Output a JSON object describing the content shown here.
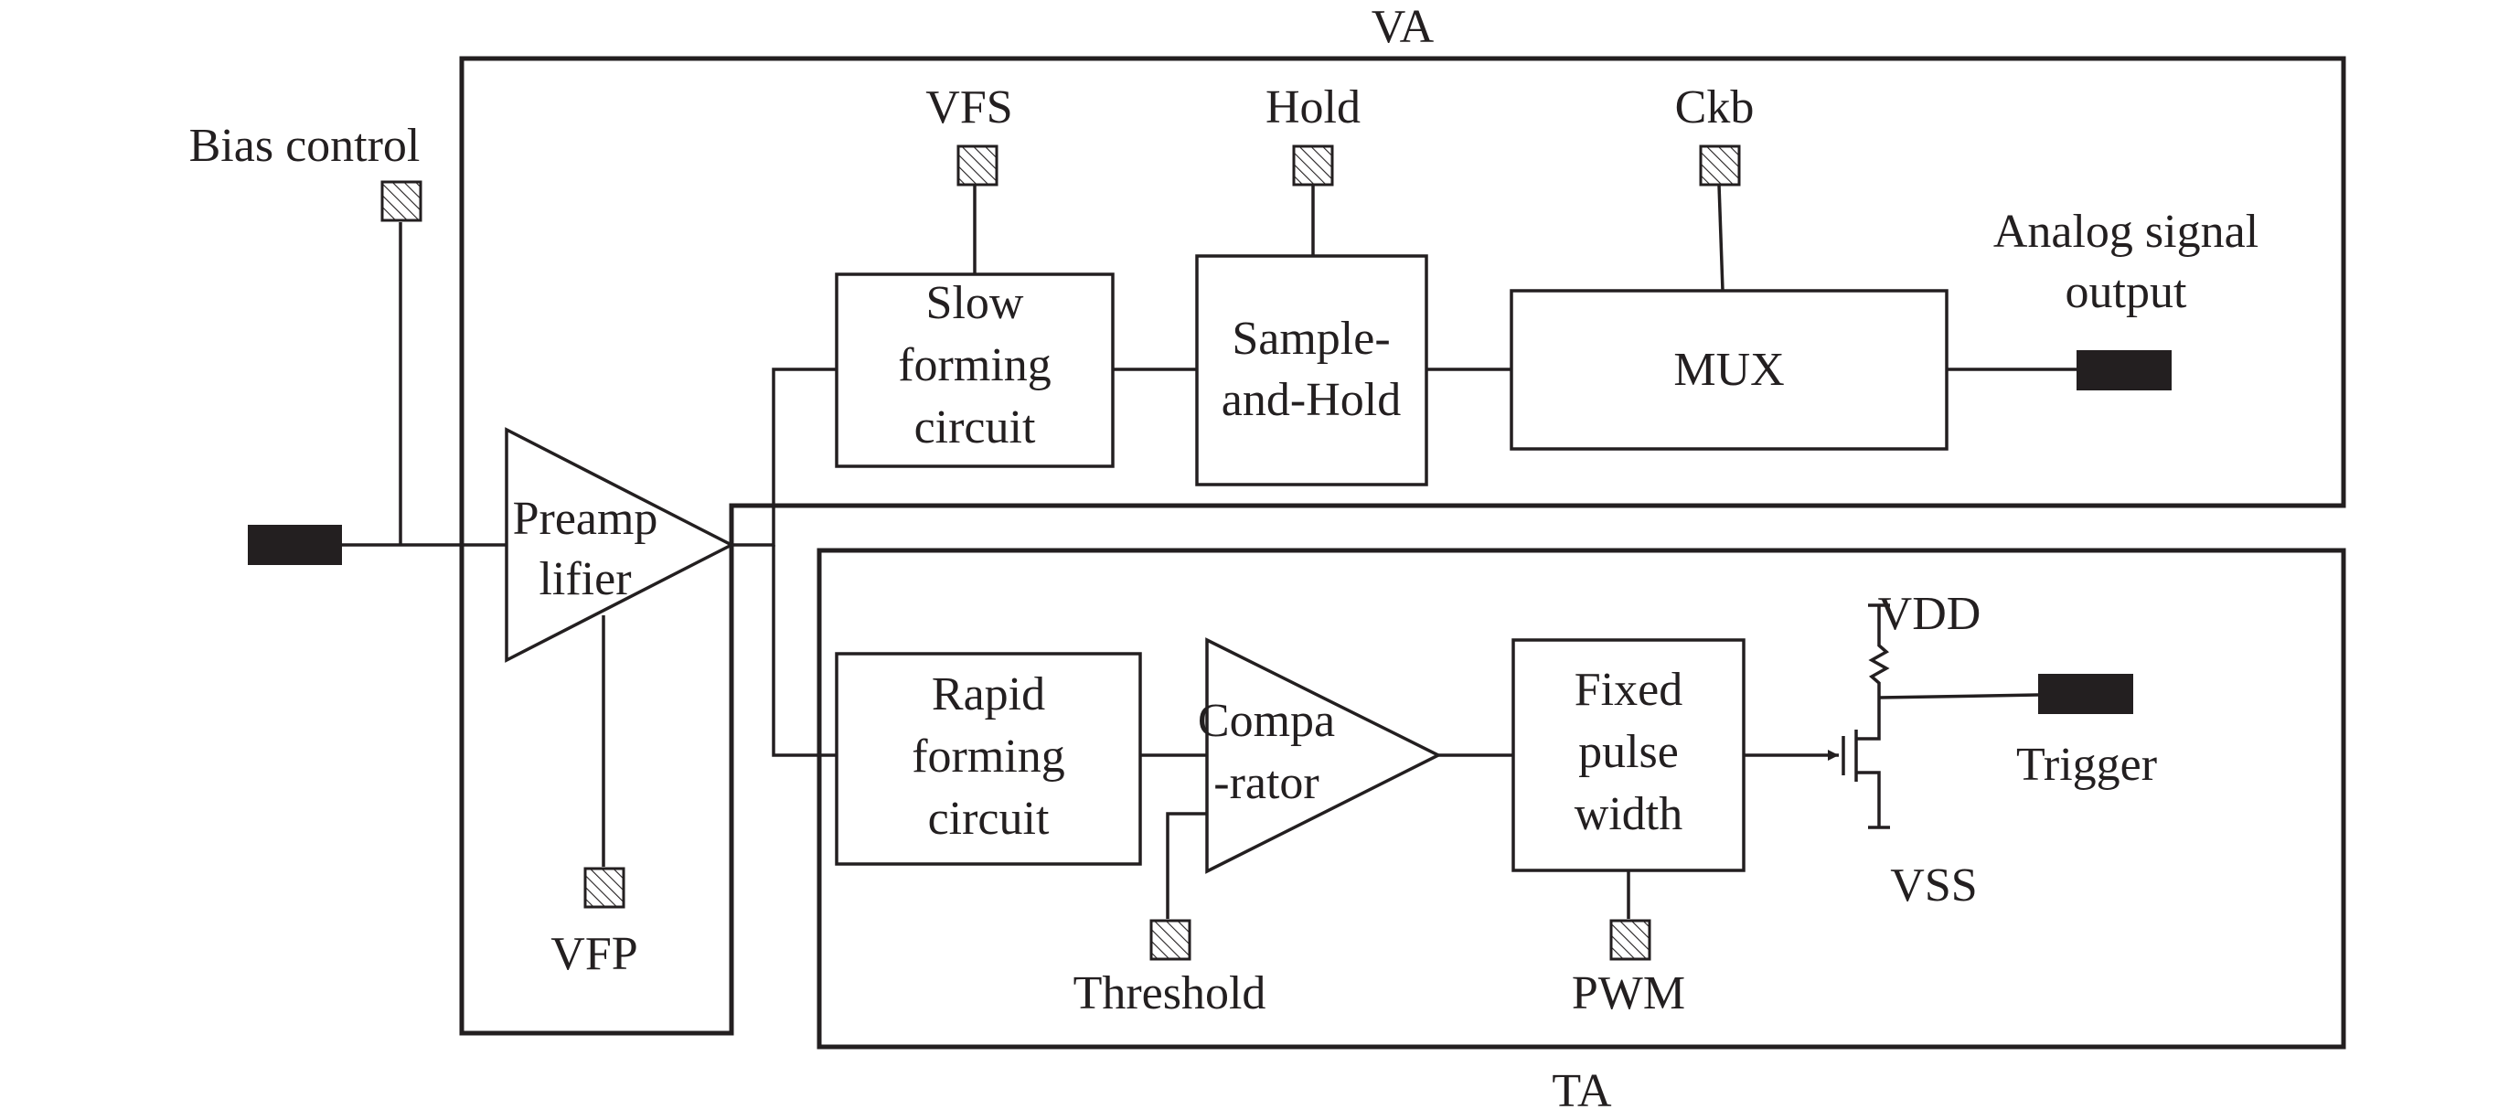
{
  "regions": {
    "va": "VA",
    "ta": "TA"
  },
  "pads": {
    "bias_control": "Bias control",
    "vfs": "VFS",
    "hold": "Hold",
    "ckb": "Ckb",
    "vfp": "VFP",
    "threshold": "Threshold",
    "pwm": "PWM"
  },
  "blocks": {
    "preamp": [
      "Preamp",
      "lifier"
    ],
    "slow_forming": [
      "Slow",
      "forming",
      "circuit"
    ],
    "sample_hold": [
      "Sample-",
      "and-Hold"
    ],
    "mux": [
      "MUX"
    ],
    "rapid_forming": [
      "Rapid",
      "forming",
      "circuit"
    ],
    "comparator": [
      "Compa",
      "-rator"
    ],
    "fixed_pulse": [
      "Fixed",
      "pulse",
      "width"
    ]
  },
  "outputs": {
    "analog": [
      "Analog signal",
      "output"
    ],
    "trigger": "Trigger",
    "vdd": "VDD",
    "vss": "VSS"
  },
  "colors": {
    "line": "#231f20",
    "background": "#ffffff"
  }
}
